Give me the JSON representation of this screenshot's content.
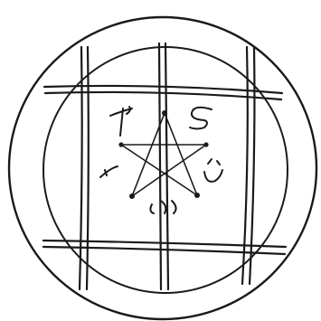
{
  "figure": {
    "kind": "hand-drawn magical seal",
    "ink_color": "#1a1a1a",
    "paper_color": "#ffffff",
    "elements": [
      "outer-circle",
      "inner-circle",
      "double-line-grid",
      "pentagram",
      "five-point-dots",
      "five-glyphs"
    ]
  }
}
